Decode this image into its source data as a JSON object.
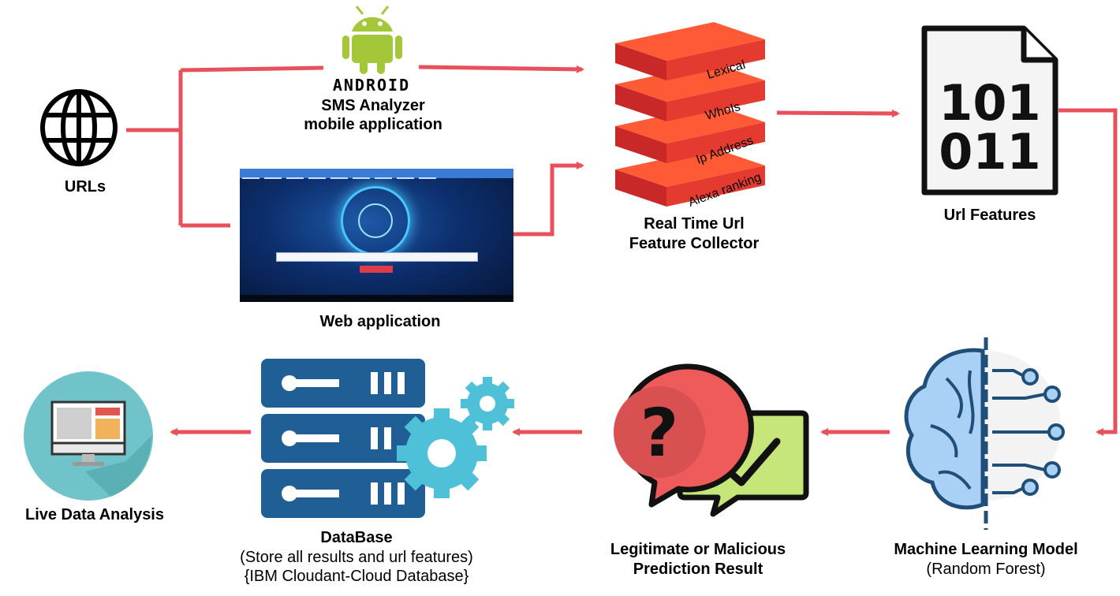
{
  "nodes": {
    "urls": "URLs",
    "android_wordmark": "ANDROID",
    "sms_line1": "SMS Analyzer",
    "sms_line2": "mobile application",
    "web_app": "Web application",
    "collector_line1": "Real Time Url",
    "collector_line2": "Feature Collector",
    "layers": [
      "Lexical",
      "WhoIs",
      "Ip Address",
      "Alexa ranking"
    ],
    "url_features": "Url Features",
    "binary_line1": "101",
    "binary_line2": "011",
    "ml_line1": "Machine Learning Model",
    "ml_line2": "(Random Forest)",
    "pred_line1": "Legitimate or Malicious",
    "pred_line2": "Prediction Result",
    "db_line1": "DataBase",
    "db_line2": "(Store all results and url features)",
    "db_line3": "{IBM Cloudant-Cloud Database}",
    "live": "Live Data Analysis",
    "question_mark": "?"
  },
  "colors": {
    "arrow": "#e8505b",
    "stack_top": "#ff5a36",
    "stack_side": "#d62f2f",
    "android": "#a4c639",
    "db_blue": "#1f5f95",
    "gear": "#4ec0d8",
    "brain": "#a9d0f5",
    "brain_stroke": "#1f4e79",
    "bubble_red": "#ef5b5b",
    "bubble_green": "#c6e67a",
    "monitor_circle": "#6fc3c9"
  }
}
